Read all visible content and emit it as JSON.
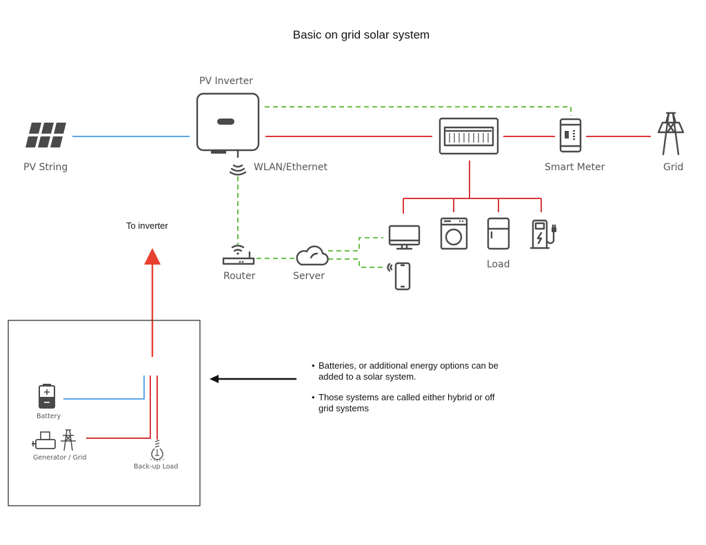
{
  "title": "Basic on grid solar system",
  "nodes": {
    "pv_string": "PV String",
    "pv_inverter": "PV Inverter",
    "wlan": "WLAN/Ethernet",
    "smart_meter": "Smart Meter",
    "grid": "Grid",
    "router": "Router",
    "server": "Server",
    "load": "Load"
  },
  "inset": {
    "to_inverter": "To inverter",
    "battery": "Battery",
    "generator_grid": "Generator / Grid",
    "backup_load": "Back-up Load"
  },
  "notes": [
    {
      "bullet": "•",
      "lines": [
        "Batteries, or additional energy options can be",
        "added to a solar system."
      ]
    },
    {
      "bullet": "•",
      "lines": [
        "Those systems are called either hybrid or off",
        "grid systems"
      ]
    }
  ],
  "colors": {
    "ac_wire": "#d9373b",
    "dc_wire": "#5aa6e6",
    "data_wire": "#6cbf47",
    "arrow_red": "#e8412f",
    "icon": "#4a4a4a"
  }
}
